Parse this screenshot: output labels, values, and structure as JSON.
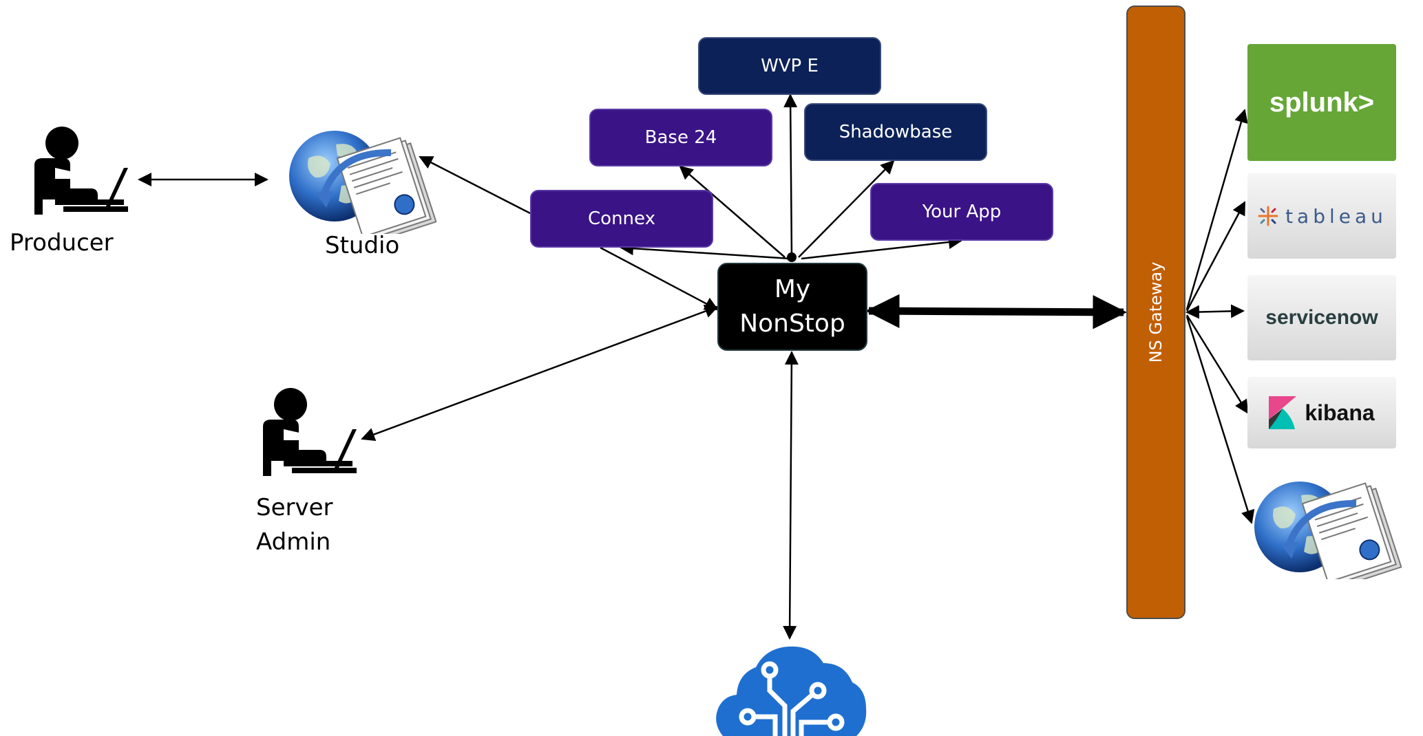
{
  "nodes": {
    "wvpe": "WVP E",
    "base24": "Base 24",
    "shadowbase": "Shadowbase",
    "connex": "Connex",
    "your_app": "Your App",
    "my_nonstop_line1": "My",
    "my_nonstop_line2": "NonStop",
    "gateway": "NS Gateway"
  },
  "labels": {
    "producer": "Producer",
    "studio": "Studio",
    "server_admin_line1": "Server",
    "server_admin_line2": "Admin"
  },
  "logos": {
    "splunk": "splunk>",
    "tableau": "tableau",
    "servicenow": "servicenow",
    "kibana": "kibana"
  },
  "icons": {
    "producer": "person-at-laptop-icon",
    "server_admin": "person-at-laptop-icon",
    "studio": "globe-documents-icon",
    "gateway_target": "globe-documents-icon",
    "cloud": "cloud-circuit-icon"
  },
  "colors": {
    "navy": "#0b2157",
    "purple": "#3a1386",
    "gateway": "#c05f04",
    "nonstop": "#000000",
    "splunk_green": "#65a637",
    "cloud_blue": "#1f6fd1"
  }
}
